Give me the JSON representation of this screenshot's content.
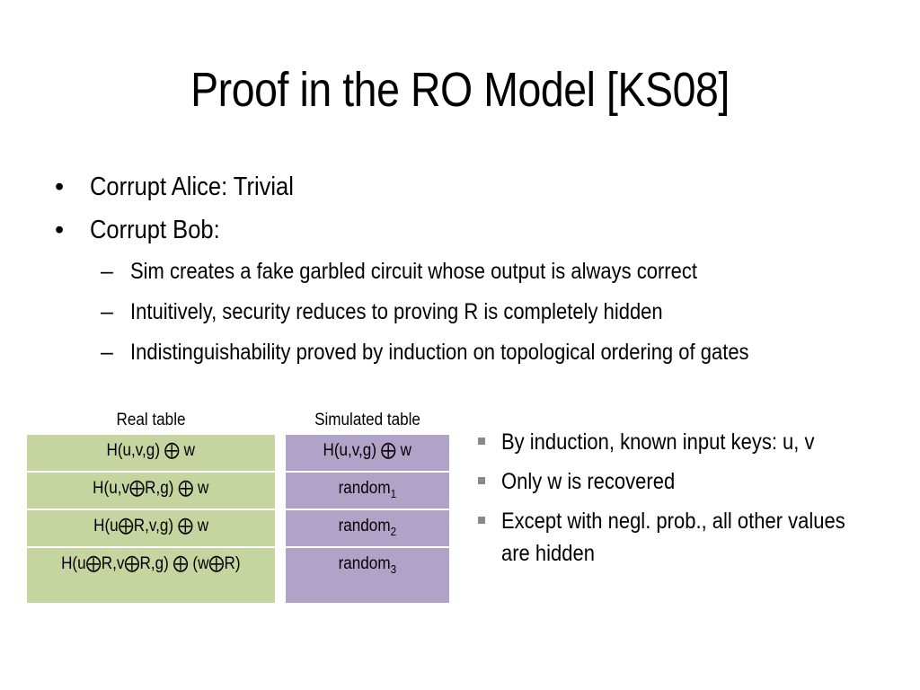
{
  "title": "Proof in the RO Model [KS08]",
  "bullets": {
    "corrupt_alice": "Corrupt Alice: Trivial",
    "corrupt_bob": "Corrupt Bob:",
    "sub": [
      "Sim creates a fake garbled circuit whose output is always correct",
      "Intuitively, security reduces to proving R is completely hidden",
      "Indistinguishability proved by induction on topological ordering of gates"
    ],
    "bullet_glyph": "•",
    "dash_glyph": "–"
  },
  "real_table": {
    "caption": "Real table",
    "rows": [
      "H(u,v,g) ⨁ w",
      "H(u,v⨁R,g) ⨁ w",
      "H(u⨁R,v,g) ⨁ w",
      "H(u⨁R,v⨁R,g) ⨁ (w⨁R)"
    ],
    "color": "#c6d59f"
  },
  "sim_table": {
    "caption": "Simulated table",
    "rows": [
      {
        "text": "H(u,v,g) ⨁ w",
        "sub": ""
      },
      {
        "text": "random",
        "sub": "1"
      },
      {
        "text": "random",
        "sub": "2"
      },
      {
        "text": "random",
        "sub": "3"
      }
    ],
    "color": "#b1a2c8"
  },
  "side_bullets": [
    "By induction, known input keys: u, v",
    "Only w is recovered",
    "Except with negl. prob., all other values are hidden"
  ]
}
